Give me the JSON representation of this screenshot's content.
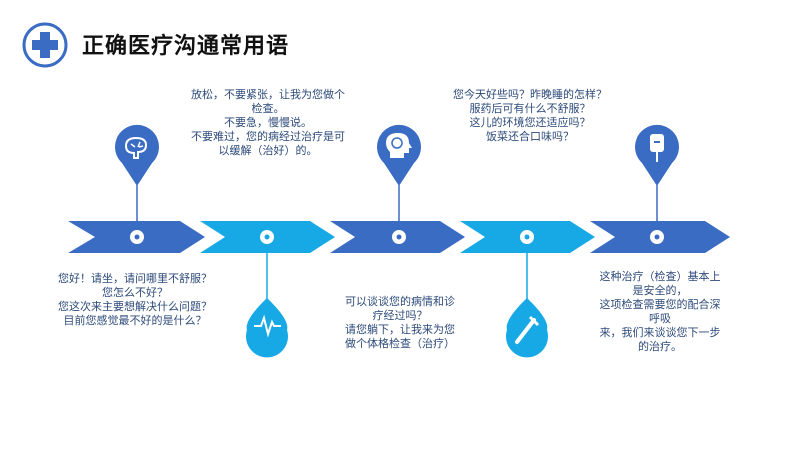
{
  "header": {
    "title": "正确医疗沟通常用语",
    "icon": "medical-cross-icon"
  },
  "colors": {
    "dark_blue": "#3b6cc4",
    "light_blue": "#17a9e6",
    "text": "#2d4a7a"
  },
  "steps": [
    {
      "icon": "brain-icon",
      "lines": [
        "您好！请坐，请问哪里不舒服？",
        "您怎么不好？",
        "您这次来主要想解决什么问题？",
        "目前您感觉最不好的是什么？"
      ]
    },
    {
      "icon": "heartbeat-icon",
      "lines": [
        "放松，不要紧张，让我为您做个",
        "检查。",
        "不要急，慢慢说。",
        "不要难过，您的病经过治疗是可",
        "以缓解（治好）的。"
      ]
    },
    {
      "icon": "head-brain-icon",
      "lines": [
        "可以谈谈您的病情和诊",
        "疗经过吗？",
        "请您躺下，让我来为您",
        "做个体格检查（治疗）"
      ]
    },
    {
      "icon": "dropper-icon",
      "lines": [
        "您今天好些吗？昨晚睡的怎样？",
        "服药后可有什么不舒服？",
        "这儿的环境您还适应吗？",
        "饭菜还合口味吗？"
      ]
    },
    {
      "icon": "iv-bag-icon",
      "lines": [
        "这种治疗（检查）基本上",
        "是安全的，",
        "这项检查需要您的配合深",
        "呼吸",
        "来，我们来谈谈您下一步",
        "的治疗。"
      ]
    }
  ]
}
